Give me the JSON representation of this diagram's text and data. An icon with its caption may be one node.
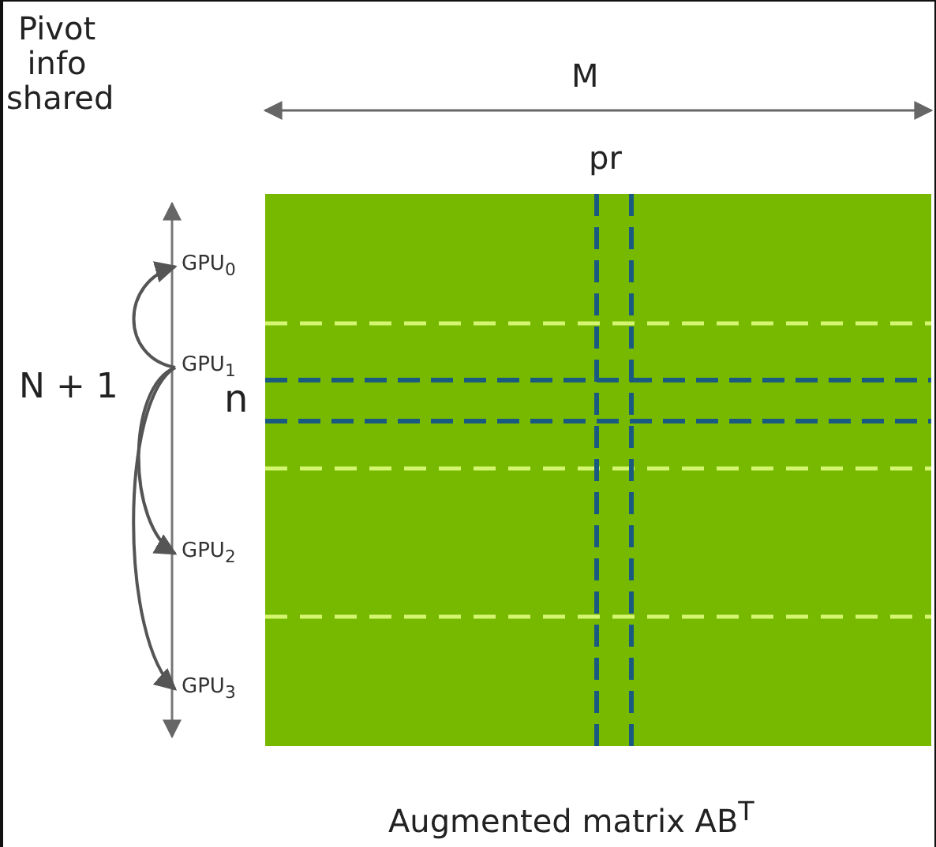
{
  "diagram": {
    "nodes": [
      {
        "text": [
          "GPU$_{0}$"
        ]
      },
      {
        "text": [
          "GPU$_{1}$"
        ]
      },
      {
        "text": [
          "GPU$_{2}$"
        ]
      },
      {
        "text": [
          "GPU$_{3}$"
        ]
      }
    ],
    "edges": [
      {
        "from": 1,
        "to": 0,
        "arrow": "to"
      },
      {
        "from": 1,
        "to": 2,
        "arrow": "to"
      },
      {
        "from": 1,
        "to": 3,
        "arrow": "to"
      }
    ],
    "labels": [
      "Pivot info shared",
      "M",
      "pr",
      "N + 1",
      "n",
      "Augmented matrix AB$^{T}$"
    ]
  }
}
